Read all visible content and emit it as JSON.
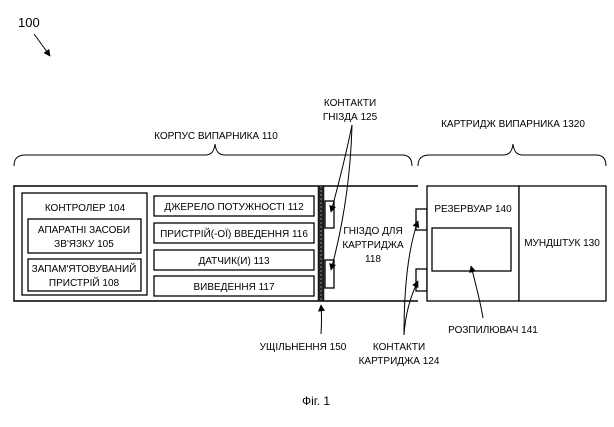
{
  "figure_ref": "100",
  "caption": "Фіг. 1",
  "braces": {
    "body": "КОРПУС ВИПАРНИКА 110",
    "cartridge": "КАРТРИДЖ ВИПАРНИКА 1320"
  },
  "labels": {
    "socket_contacts_l1": "КОНТАКТИ",
    "socket_contacts_l2": "ГНІЗДА 125",
    "cartridge_socket_l1": "ГНІЗДО ДЛЯ",
    "cartridge_socket_l2": "КАРТРИДЖА",
    "cartridge_socket_l3": "118",
    "seal": "УЩІЛЬНЕННЯ 150",
    "cartridge_contacts_l1": "КОНТАКТИ",
    "cartridge_contacts_l2": "КАРТРИДЖА 124"
  },
  "components": {
    "controller": "КОНТРОЛЕР 104",
    "comm_l1": "АПАРАТНІ ЗАСОБИ",
    "comm_l2": "ЗВ'ЯЗКУ 105",
    "memory_l1": "ЗАПАМ'ЯТОВУВАНИЙ",
    "memory_l2": "ПРИСТРІЙ 108",
    "power": "ДЖЕРЕЛО ПОТУЖНОСТІ 112",
    "input": "ПРИСТРІЙ(-ОЇ) ВВЕДЕННЯ 116",
    "sensors": "ДАТЧИК(И) 113",
    "output": "ВИВЕДЕННЯ 117",
    "reservoir": "РЕЗЕРВУАР 140",
    "atomizer": "РОЗПИЛЮВАЧ 141",
    "mouthpiece": "МУНДШТУК 130"
  }
}
